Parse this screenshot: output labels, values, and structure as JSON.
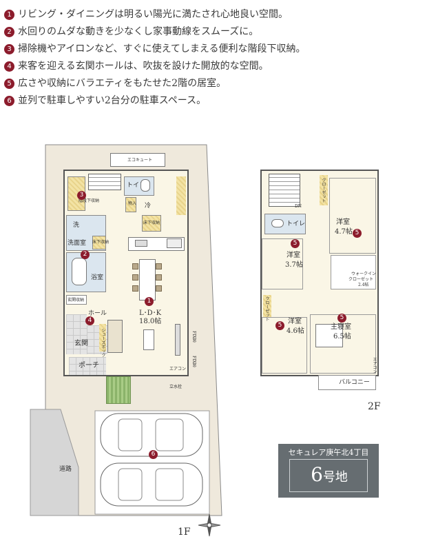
{
  "points": [
    {
      "num": "1",
      "text": "リビング・ダイニングは明るい陽光に満たされ心地良い空間。"
    },
    {
      "num": "2",
      "text": "水回りのムダな動きを少なくし家事動線をスムーズに。"
    },
    {
      "num": "3",
      "text": "掃除機やアイロンなど、すぐに使えてしまえる便利な階段下収納。"
    },
    {
      "num": "4",
      "text": "来客を迎える玄関ホールは、吹抜を設けた開放的な空間。"
    },
    {
      "num": "5",
      "text": "広さや収納にバラエティをもたせた2階の居室。"
    },
    {
      "num": "6",
      "text": "並列で駐車しやすい2台分の駐車スペース。"
    }
  ],
  "floor1": {
    "label": "1F",
    "ecocute": "エコキュート",
    "toilet": "トイレ",
    "storage_box": "物入",
    "fridge": "冷",
    "under_stairs": "階段下収納",
    "under_floor_1": "床下収納",
    "under_floor_2": "床下収納",
    "wash": "洗",
    "washroom": "洗面室",
    "bath": "浴室",
    "shoe_cloak": "玄関収納",
    "hall": "ホール",
    "shoe_box": "シューズボックス",
    "entrance": "玄関",
    "porch": "ポーチ",
    "ldk": "L･D･K",
    "ldk_size": "18.0帖",
    "aircon": "エアコン",
    "window_1": "FIX窓",
    "window_2": "FIX窓",
    "faucet": "立水栓",
    "road": "道路"
  },
  "floor2": {
    "label": "2F",
    "closet_1": "クローゼット",
    "closet_2": "クローゼット",
    "dn": "DN",
    "toilet": "トイレ",
    "room_ne": "洋室",
    "room_ne_size": "4.7帖",
    "room_nw": "洋室",
    "room_nw_size": "3.7帖",
    "walkin": "ウォークイン",
    "walkin_2": "クローゼット",
    "walkin_size": "2.4帖",
    "room_sw": "洋室",
    "room_sw_size": "4.6帖",
    "master": "主寝室",
    "master_size": "6.5帖",
    "aircon_2": "エアコン",
    "balcony": "バルコニー"
  },
  "markers": [
    "1",
    "2",
    "3",
    "4",
    "5",
    "6"
  ],
  "info": {
    "project": "セキュレア庚午北4丁目",
    "lot_number": "6",
    "lot_suffix": "号地"
  },
  "colors": {
    "marker": "#8c1c2c",
    "info_bg": "#666d71"
  }
}
